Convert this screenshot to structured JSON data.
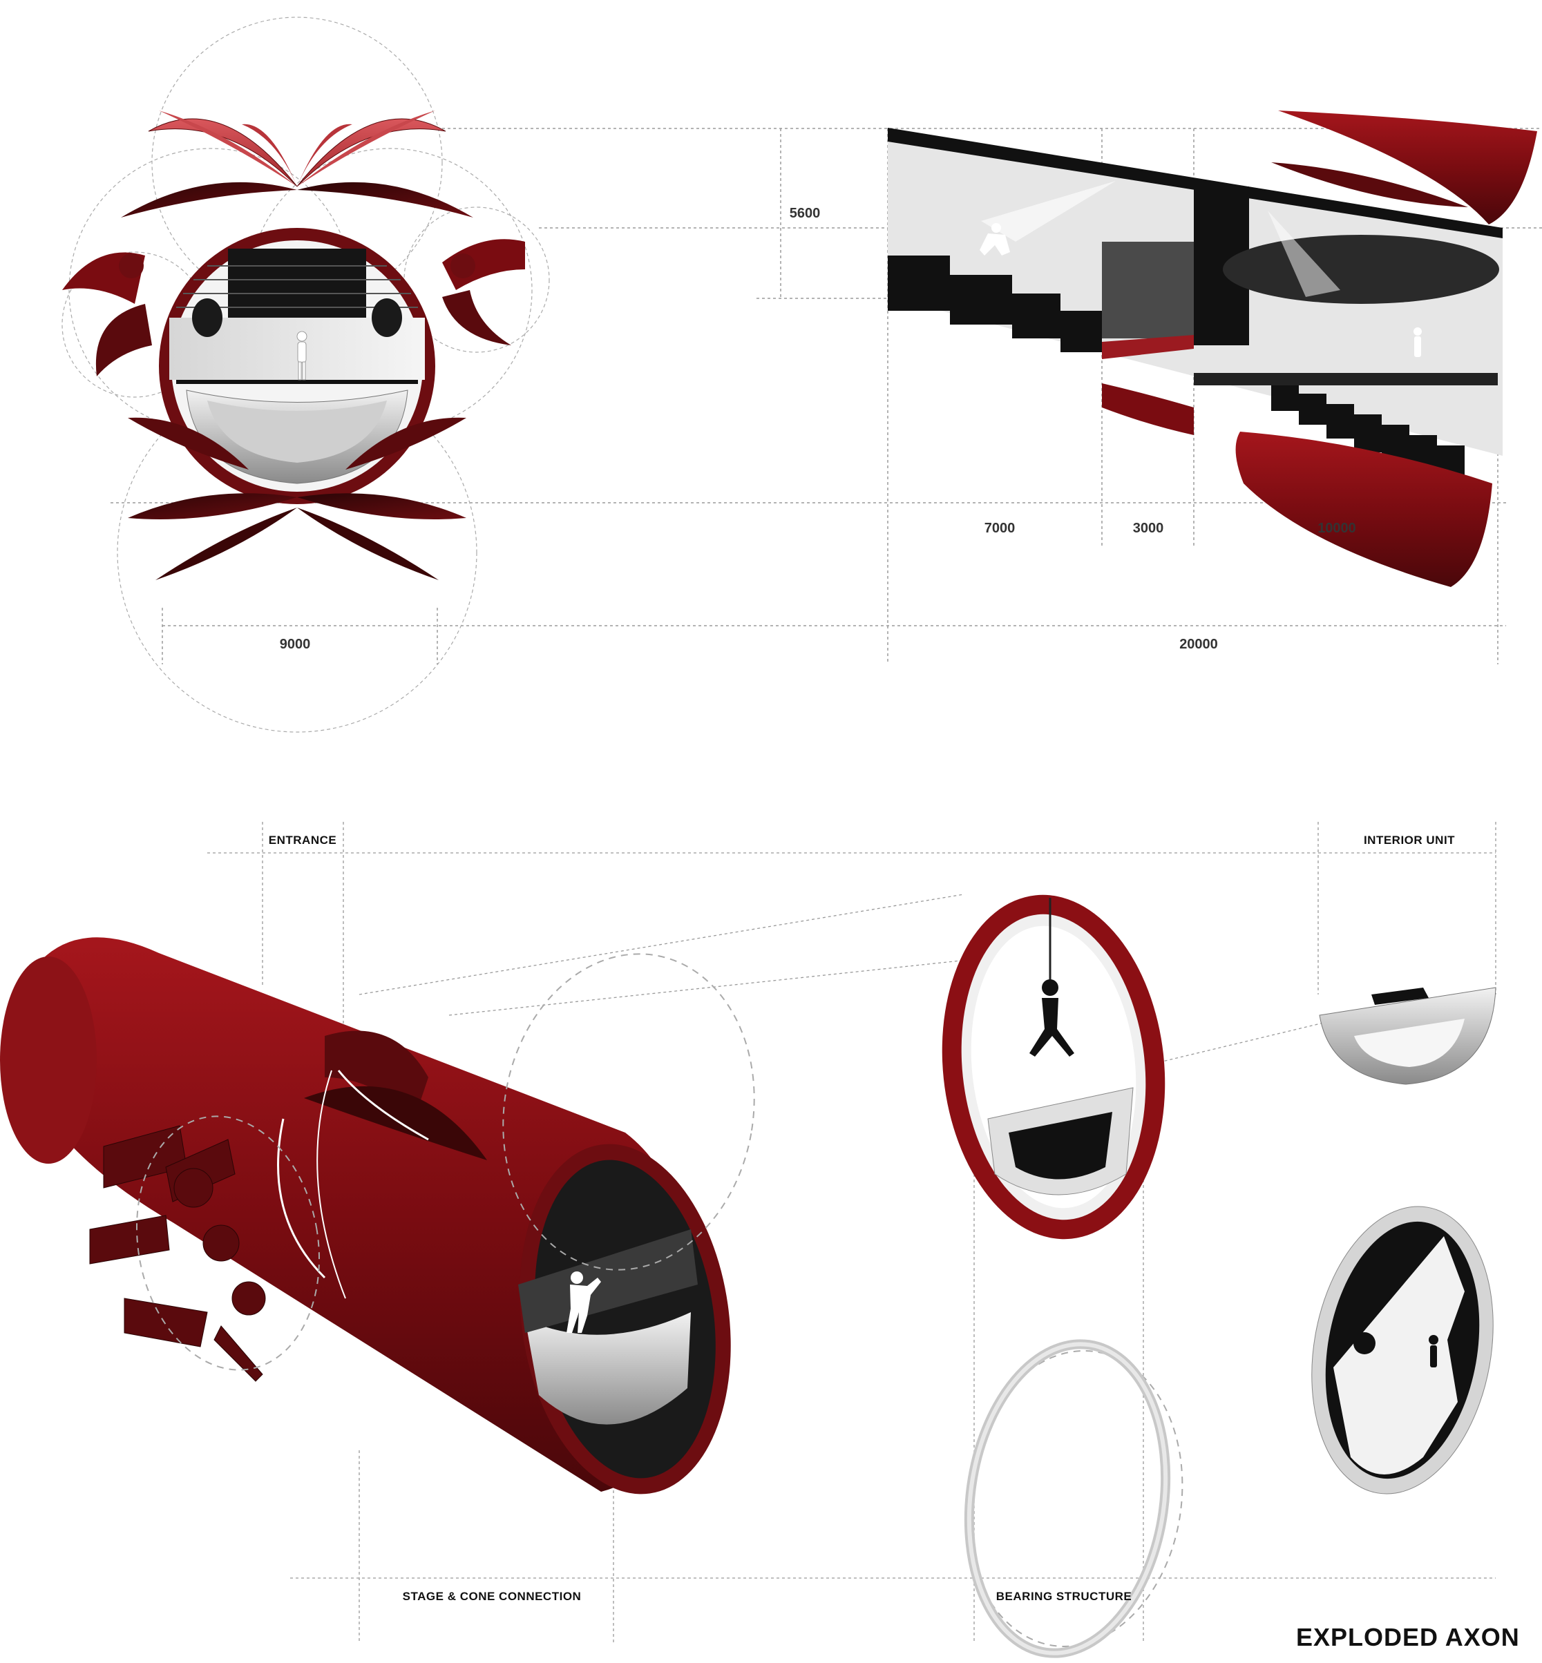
{
  "dimensions": {
    "section_height": "5600",
    "front_width": "9000",
    "segment_1": "7000",
    "segment_2": "3000",
    "segment_3": "10000",
    "total_length": "20000"
  },
  "labels": {
    "entrance": "ENTRANCE",
    "interior_unit": "INTERIOR UNIT",
    "stage_cone_connection": "STAGE & CONE CONNECTION",
    "bearing_structure": "BEARING STRUCTURE"
  },
  "title": "EXPLODED AXON",
  "colors": {
    "shell_red": "#8b0f14",
    "shell_dark": "#4a070a",
    "shell_light": "#c8474c",
    "stage_grey": "#bdbdbd",
    "dash_grey": "#999999"
  }
}
